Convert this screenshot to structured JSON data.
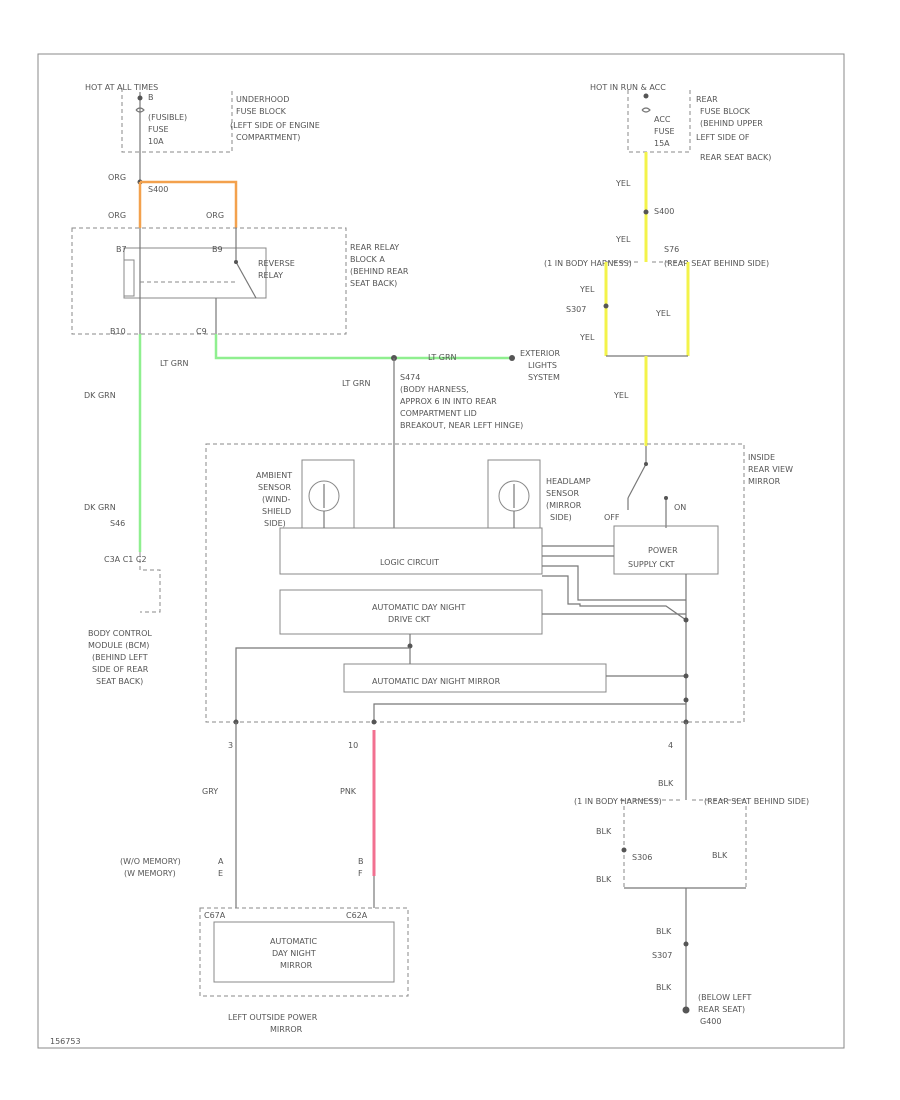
{
  "labels": {
    "hot_at_all_times": "HOT AT ALL TIMES",
    "fuse_left_1": "B",
    "fuse_left_2": "(FUSIBLE)",
    "fuse_left_3": "FUSE",
    "fuse_left_4": "10A",
    "underhood_1": "UNDERHOOD",
    "underhood_2": "FUSE BLOCK",
    "underhood_3": "(LEFT SIDE OF ENGINE",
    "underhood_4": "COMPARTMENT)",
    "hot_in_run_acc": "HOT IN RUN & ACC",
    "fuse_right_1": "ACC",
    "fuse_right_2": "FUSE",
    "fuse_right_3": "15A",
    "rear_fuse_1": "REAR",
    "rear_fuse_2": "FUSE BLOCK",
    "rear_fuse_3": "(BEHIND UPPER",
    "rear_fuse_4": "LEFT SIDE OF",
    "rear_fuse_5": "REAR SEAT BACK)",
    "org_1": "ORG",
    "org_splice": "S400",
    "org_2": "ORG",
    "org_3": "ORG",
    "relay_pin1": "B7",
    "relay_pin2": "B9",
    "reverse_relay_1": "REVERSE",
    "reverse_relay_2": "RELAY",
    "rear_relay_1": "REAR RELAY",
    "rear_relay_2": "BLOCK A",
    "rear_relay_3": "(BEHIND REAR",
    "rear_relay_4": "SEAT BACK)",
    "relay_pin3": "B10",
    "relay_pin4": "C9",
    "lt_grn_1": "LT GRN",
    "lt_grn_2": "LT GRN",
    "lt_grn_3": "LT GRN",
    "exterior_1": "EXTERIOR",
    "exterior_2": "LIGHTS",
    "exterior_3": "SYSTEM",
    "s_note_1": "S474",
    "s_note_2": "(BODY HARNESS,",
    "s_note_3": "APPROX 6 IN INTO REAR",
    "s_note_4": "COMPARTMENT LID",
    "s_note_5": "BREAKOUT, NEAR LEFT HINGE)",
    "dk_grn_1": "DK GRN",
    "dk_grn_2": "DK GRN",
    "s_dk": "S46",
    "connector_bcm": "C3A C1 C2",
    "bcm_1": "BODY CONTROL",
    "bcm_2": "MODULE (BCM)",
    "bcm_3": "(BEHIND LEFT",
    "bcm_4": "SIDE OF REAR",
    "bcm_5": "SEAT BACK)",
    "yel_1": "YEL",
    "yel_splice": "S400",
    "yel_2": "YEL",
    "yel_3": "YEL",
    "yel_splice2": "S307",
    "yel_4": "YEL",
    "yel_5": "YEL",
    "yel_6": "YEL",
    "conn_right_left": "(1 IN BODY HARNESS)",
    "conn_right_right": "(REAR SEAT BEHIND SIDE)",
    "s_right": "S76",
    "inside_mirror_1": "INSIDE",
    "inside_mirror_2": "REAR VIEW",
    "inside_mirror_3": "MIRROR",
    "ambient_1": "AMBIENT",
    "ambient_2": "SENSOR",
    "ambient_3": "(WIND-",
    "ambient_4": "SHIELD",
    "ambient_5": "SIDE)",
    "headlamp_1": "HEADLAMP",
    "headlamp_2": "SENSOR",
    "headlamp_3": "(MIRROR",
    "headlamp_4": "SIDE)",
    "off_label": "OFF",
    "on_label": "ON",
    "logic_circuit": "LOGIC CIRCUIT",
    "power_supply_1": "POWER",
    "power_supply_2": "SUPPLY CKT",
    "auto_drive_1": "AUTOMATIC DAY NIGHT",
    "auto_drive_2": "DRIVE CKT",
    "auto_mirror": "AUTOMATIC DAY NIGHT MIRROR",
    "pin_3": "3",
    "pin_10": "10",
    "pin_4": "4",
    "gry": "GRY",
    "pnk": "PNK",
    "blk_1": "BLK",
    "conn_blk_left": "(1 IN BODY HARNESS)",
    "conn_blk_right": "(REAR SEAT BEHIND SIDE)",
    "blk_2": "BLK",
    "blk_splice": "S306",
    "blk_3": "BLK",
    "blk_4": "BLK",
    "blk_5": "BLK",
    "blk_splice2": "S307",
    "blk_6": "BLK",
    "ground_1": "(BELOW LEFT",
    "ground_2": "REAR SEAT)",
    "ground_3": "G400",
    "memory_1": "(W/O MEMORY)",
    "memory_2": "(W MEMORY)",
    "mem_pin_a": "A",
    "mem_pin_e": "E",
    "mem_pin_b": "B",
    "mem_pin_f": "F",
    "mirror_conn_1": "C67A",
    "mirror_conn_2": "C62A",
    "outside_auto_1": "AUTOMATIC",
    "outside_auto_2": "DAY NIGHT",
    "outside_auto_3": "MIRROR",
    "left_outside_1": "LEFT OUTSIDE POWER",
    "left_outside_2": "MIRROR",
    "figure_id": "156753"
  },
  "colors": {
    "orange_wire": "#f3a14d",
    "green_wire": "#8fef8f",
    "yellow_wire": "#f3f34a",
    "pink_wire": "#f27090",
    "line": "#777777"
  }
}
